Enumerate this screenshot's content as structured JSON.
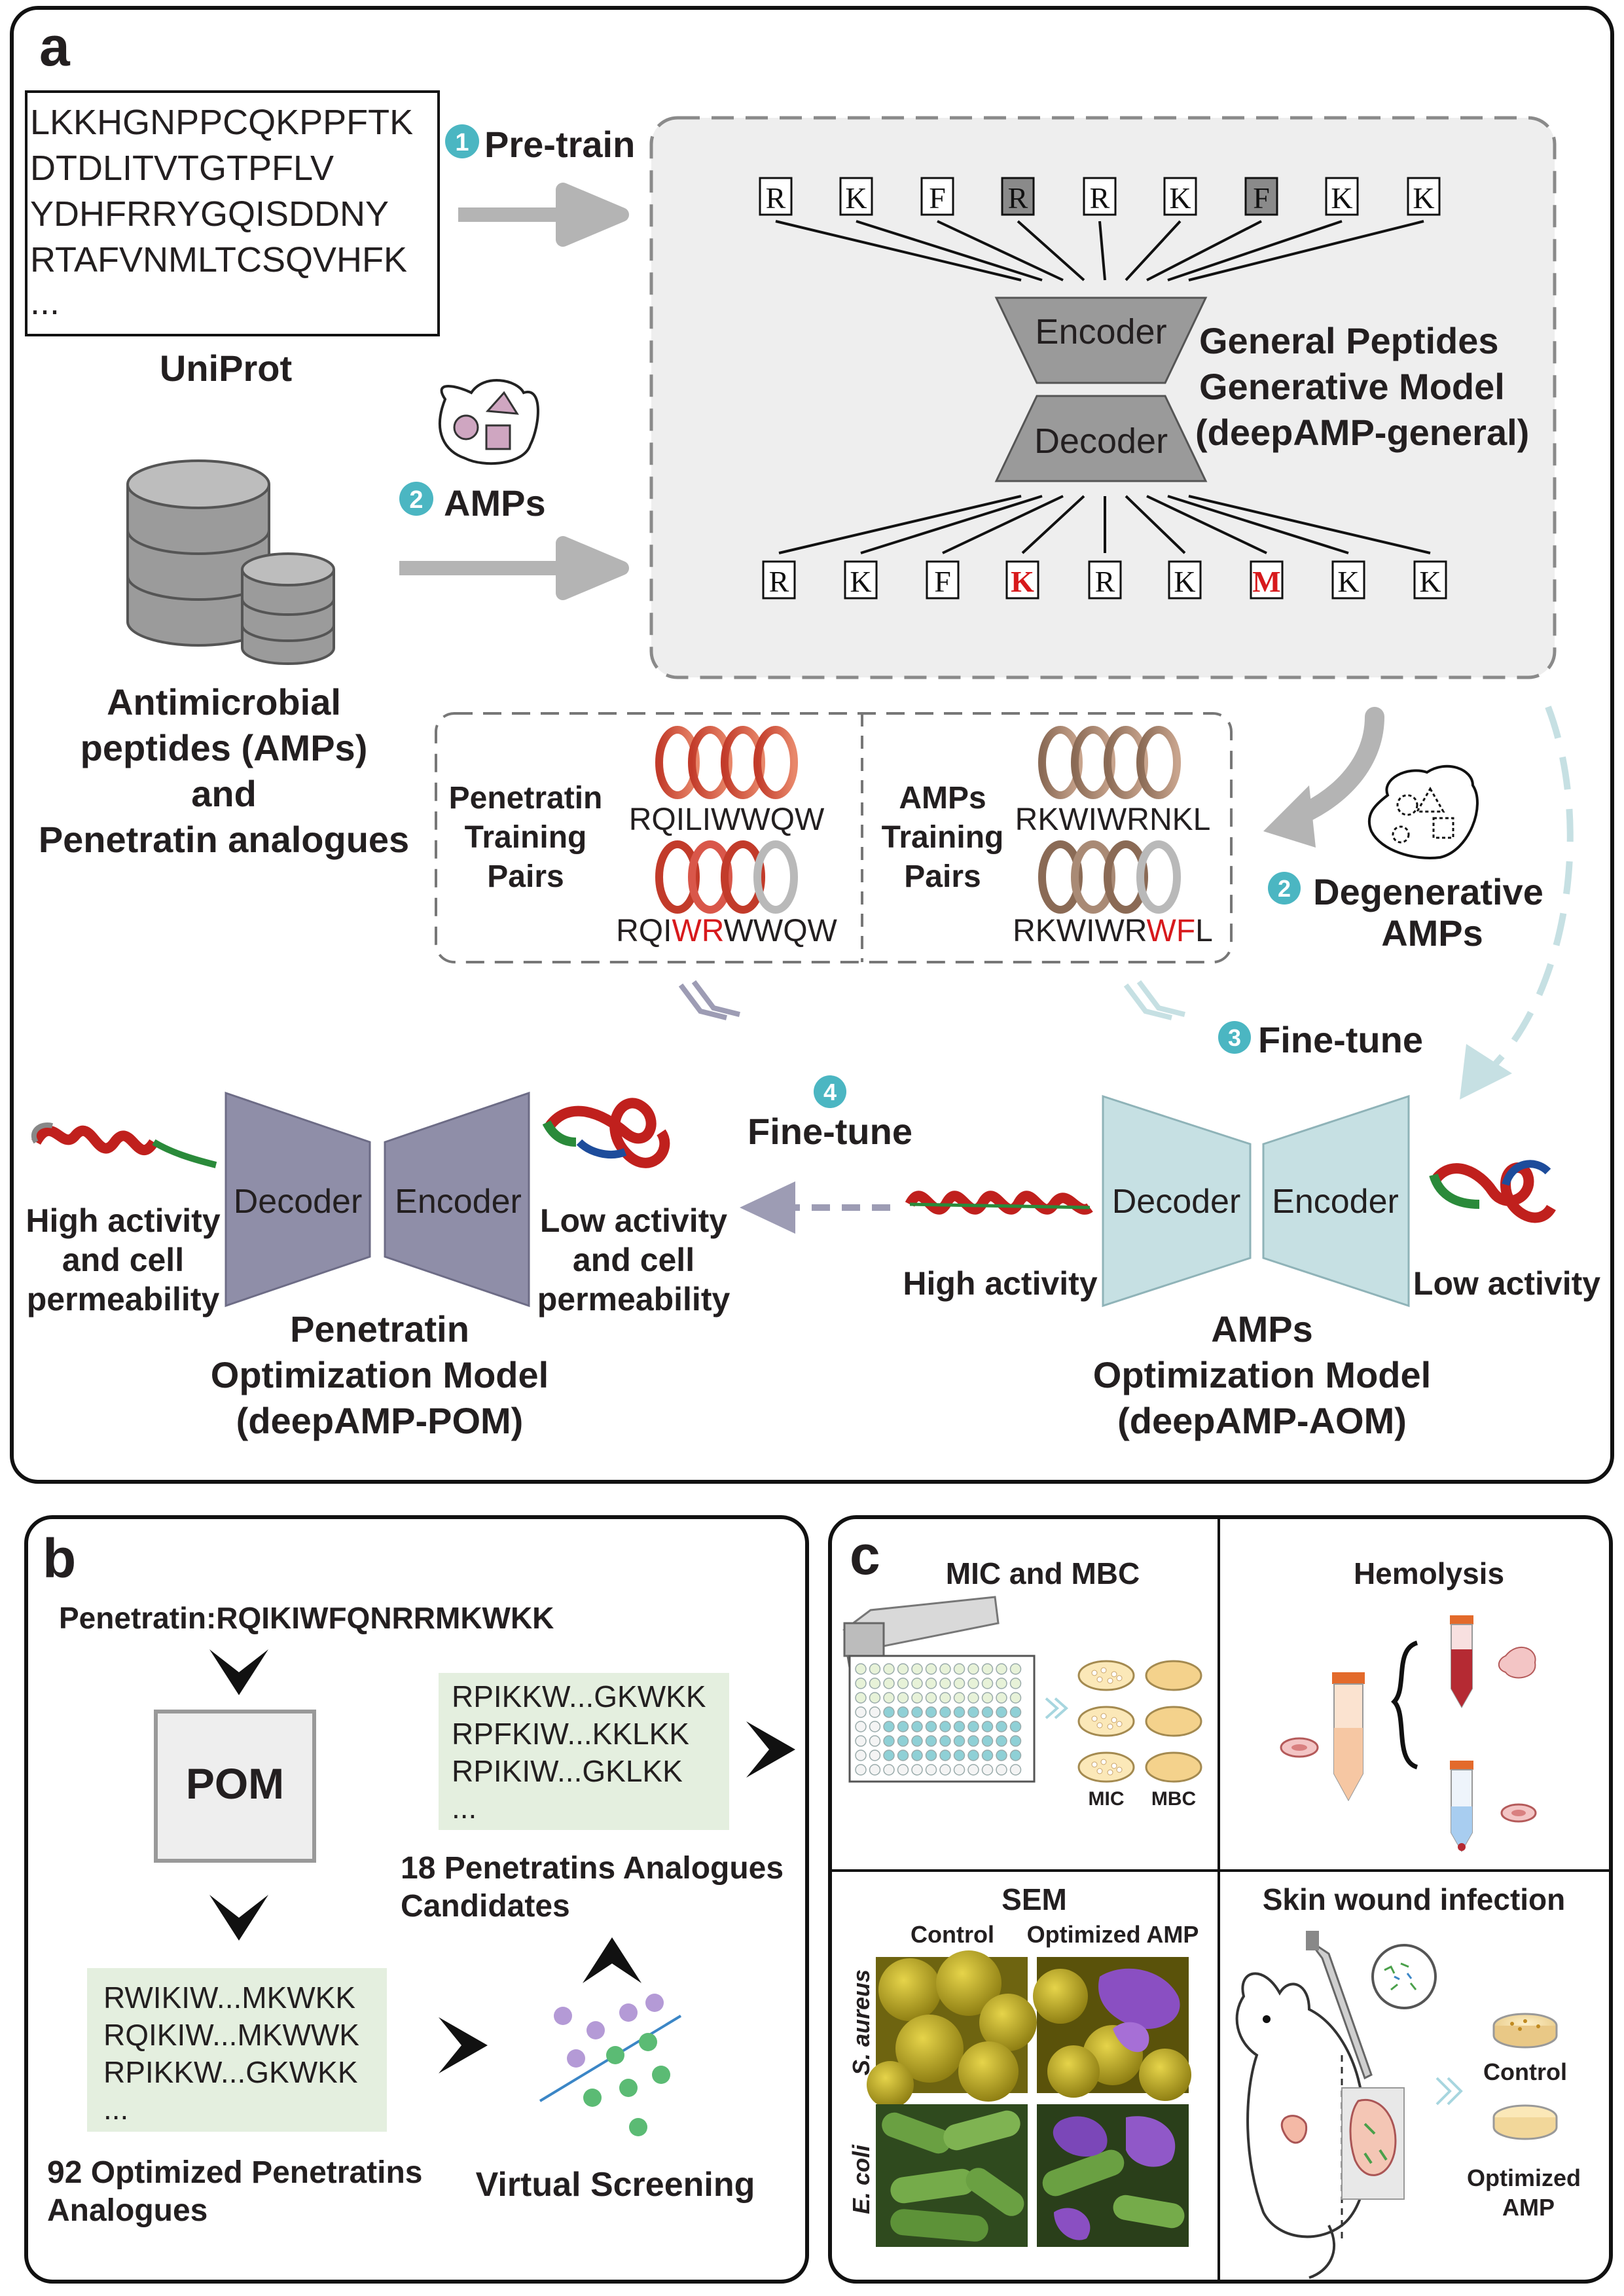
{
  "panel_a": {
    "label": "a",
    "uniprot_sequences": [
      "LKKHGNPPCQKPPFTK",
      "DTDLITVTGTPFLV",
      "YDHFRRYGQISDDNY",
      "RTAFVNMLTCSQVHFK",
      "..."
    ],
    "uniprot_label": "UniProt",
    "step1_number": "1",
    "step1_label": "Pre-train",
    "step2_number": "2",
    "step2_label": "AMPs",
    "amp_database_label": [
      "Antimicrobial",
      "peptides (AMPs)",
      "and",
      "Penetratin analogues"
    ],
    "top_residues": [
      {
        "text": "R",
        "highlight": false
      },
      {
        "text": "K",
        "highlight": false
      },
      {
        "text": "F",
        "highlight": false
      },
      {
        "text": "R",
        "highlight": true
      },
      {
        "text": "R",
        "highlight": false
      },
      {
        "text": "K",
        "highlight": false
      },
      {
        "text": "F",
        "highlight": true
      },
      {
        "text": "K",
        "highlight": false
      },
      {
        "text": "K",
        "highlight": false
      }
    ],
    "bottom_residues": [
      {
        "text": "R",
        "red": false
      },
      {
        "text": "K",
        "red": false
      },
      {
        "text": "F",
        "red": false
      },
      {
        "text": "K",
        "red": true
      },
      {
        "text": "R",
        "red": false
      },
      {
        "text": "K",
        "red": false
      },
      {
        "text": "M",
        "red": true
      },
      {
        "text": "K",
        "red": false
      },
      {
        "text": "K",
        "red": false
      }
    ],
    "encoder_label": "Encoder",
    "decoder_label": "Decoder",
    "general_model_label": [
      "General Peptides",
      "Generative Model",
      "(deepAMP-general)"
    ],
    "penetratin_pairs_label": [
      "Penetratin",
      "Training",
      "Pairs"
    ],
    "penetratin_seq_top": "RQILIWWQW",
    "penetratin_seq_bottom": {
      "pre": "RQI",
      "red": "WR",
      "post": "WWQW"
    },
    "amp_pairs_label": [
      "AMPs",
      "Training",
      "Pairs"
    ],
    "amp_seq_top": "RKWIWRNKL",
    "amp_seq_bottom": {
      "pre": "RKWIWR",
      "red": "WF",
      "post": "L"
    },
    "degenerative_number": "2",
    "degenerative_label": [
      "Degenerative",
      "AMPs"
    ],
    "step3_number": "3",
    "step3_label": "Fine-tune",
    "step4_number": "4",
    "step4_label": "Fine-tune",
    "pom": {
      "decoder_label": "Decoder",
      "encoder_label": "Encoder",
      "left_label": [
        "High activity",
        "and cell",
        "permeability"
      ],
      "right_label": [
        "Low activity",
        "and cell",
        "permeability"
      ],
      "title": [
        "Penetratin",
        "Optimization Model",
        "(deepAMP-POM)"
      ]
    },
    "aom": {
      "decoder_label": "Decoder",
      "encoder_label": "Encoder",
      "left_label": "High activity",
      "right_label": "Low activity",
      "title": [
        "AMPs",
        "Optimization Model",
        "(deepAMP-AOM)"
      ]
    }
  },
  "panel_b": {
    "label": "b",
    "penetratin_label": "Penetratin:RQIKIWFQNRRMKWKK",
    "pom_box_label": "POM",
    "optimized_seqs": [
      "RWIKIW...MKWKK",
      "RQIKIW...MKWWK",
      "RPIKKW...GKWKK",
      "..."
    ],
    "optimized_caption": [
      "92 Optimized Penetratins",
      "Analogues"
    ],
    "candidate_seqs": [
      "RPIKKW...GKWKK",
      "RPFKIW...KKLKK",
      "RPIKIW...GKLKK",
      "..."
    ],
    "candidate_caption": [
      "18 Penetratins Analogues",
      "Candidates"
    ],
    "virtual_screening_label": "Virtual Screening"
  },
  "panel_c": {
    "label": "c",
    "mic_title": "MIC and MBC",
    "mic_label": "MIC",
    "mbc_label": "MBC",
    "hemolysis_title": "Hemolysis",
    "sem_title": "SEM",
    "sem_col_control": "Control",
    "sem_col_optimized": "Optimized AMP",
    "sem_row_saureus": "S. aureus",
    "sem_row_ecoli": "E. coli",
    "wound_title": "Skin wound infection",
    "wound_control": "Control",
    "wound_optimized": [
      "Optimized",
      "AMP"
    ]
  },
  "colors": {
    "teal_badge": "#4bb6c2",
    "arrow_gray": "#b4b4b4",
    "pom_fill": "#8f8ea8",
    "aom_fill": "#c6e0e3",
    "red_text": "#d7191c",
    "model_box": "#eeeeee",
    "seq_box": "#e4efdf"
  }
}
